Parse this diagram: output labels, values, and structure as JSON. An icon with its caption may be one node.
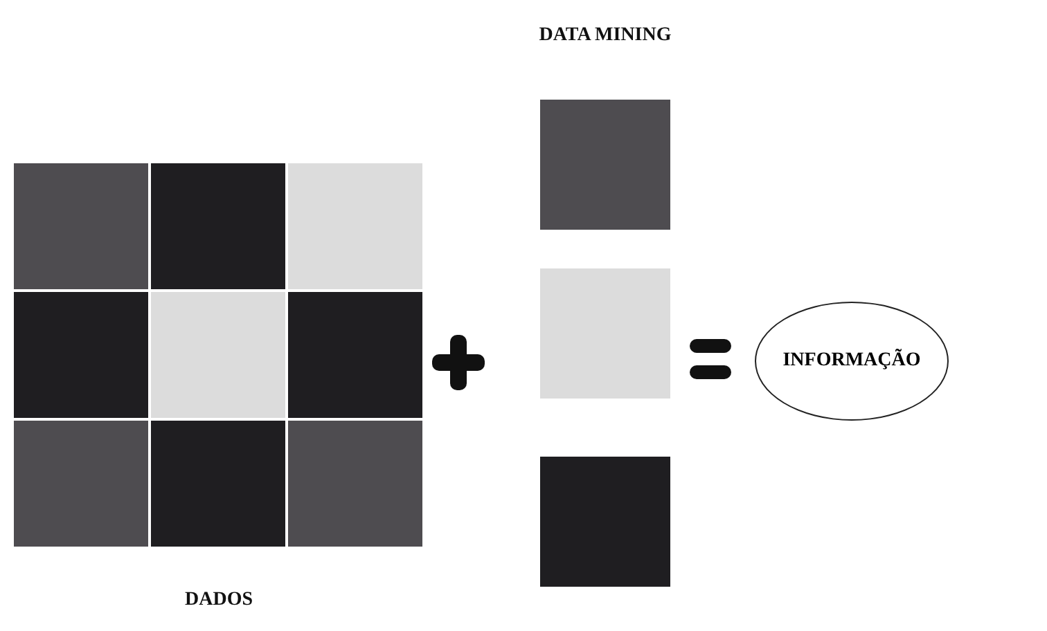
{
  "diagram": {
    "nodes": [
      {
        "text": [
          "DADOS"
        ]
      },
      {
        "text": [],
        "shape": "box",
        "in": 0
      },
      {
        "text": [],
        "shape": "box",
        "in": 0
      },
      {
        "text": [],
        "shape": "box",
        "in": 0
      },
      {
        "text": [],
        "shape": "box",
        "in": 0
      },
      {
        "text": [],
        "shape": "box",
        "in": 0
      },
      {
        "text": [],
        "shape": "box",
        "in": 0
      },
      {
        "text": [],
        "shape": "box",
        "in": 0
      },
      {
        "text": [],
        "shape": "box",
        "in": 0
      },
      {
        "text": [],
        "shape": "box",
        "in": 0
      },
      {
        "text": [
          "DATA MINING"
        ]
      },
      {
        "text": [],
        "shape": "box",
        "in": 10
      },
      {
        "text": [],
        "shape": "box",
        "in": 10
      },
      {
        "text": [],
        "shape": "box",
        "in": 10
      },
      {
        "text": [
          "INFORMAÇÃO"
        ]
      }
    ]
  }
}
